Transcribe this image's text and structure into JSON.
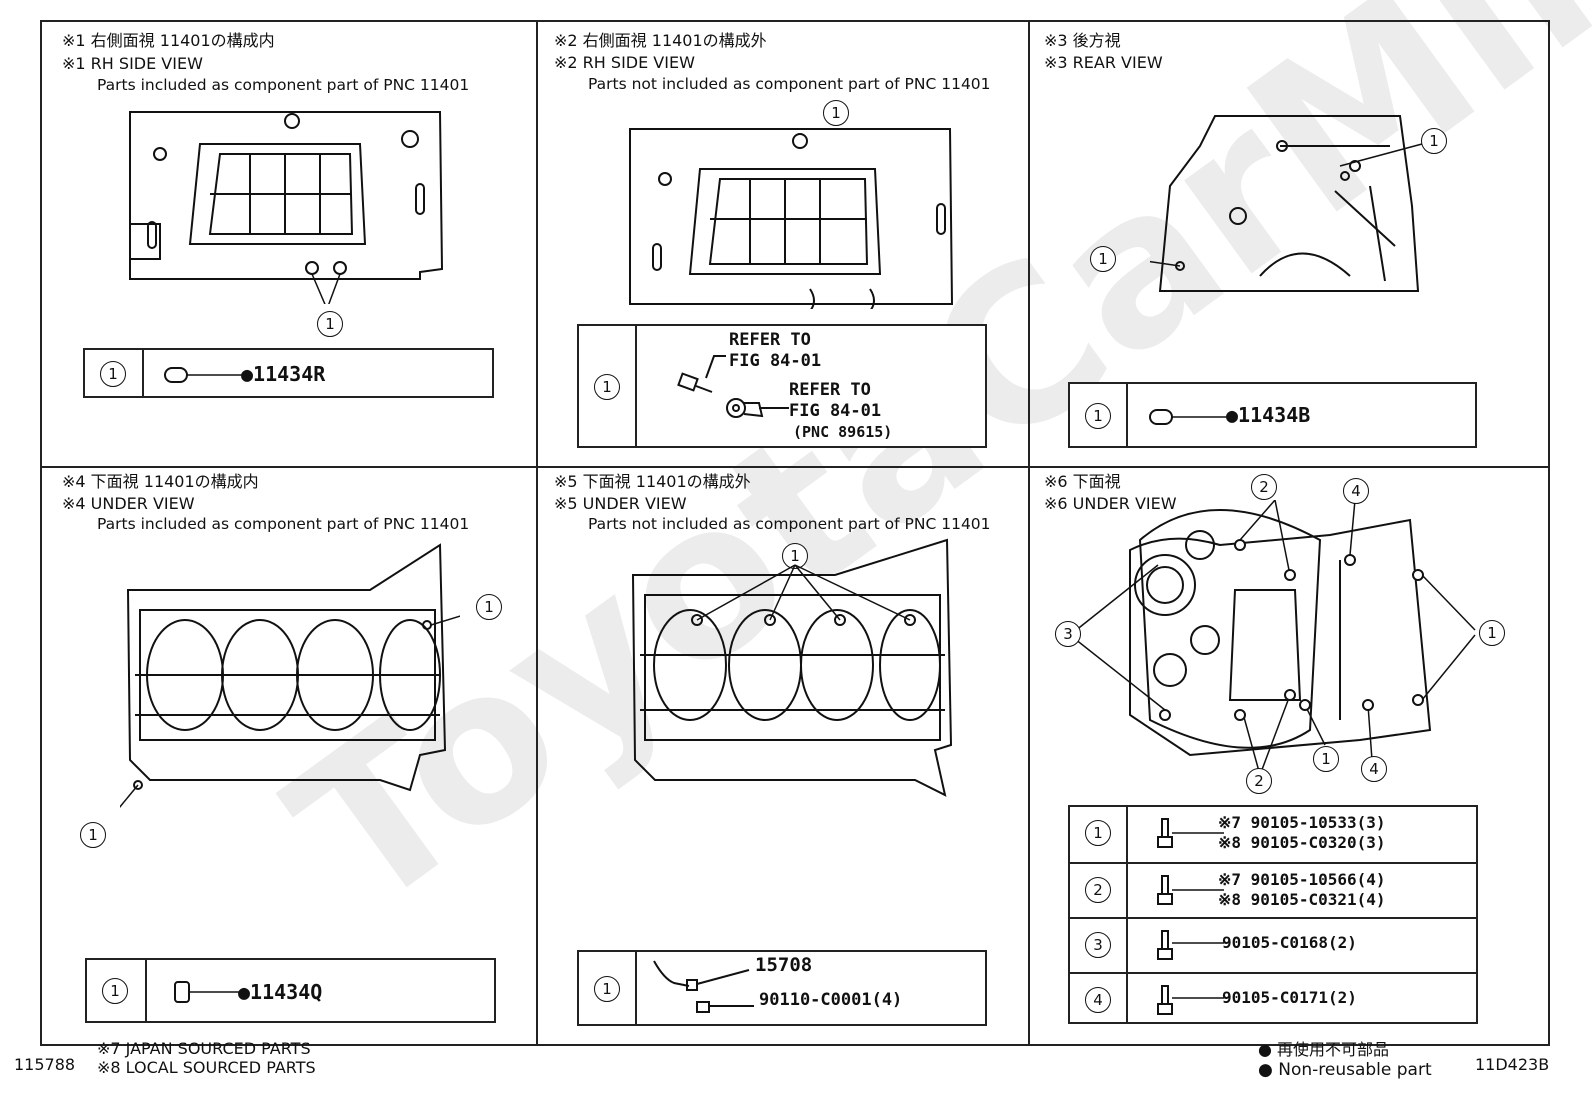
{
  "watermark": "ToyotaCarMiner.ru",
  "panels": {
    "p1": {
      "jp": "※1 右側面視 11401の構成内",
      "en": "※1 RH SIDE VIEW",
      "desc": "Parts included as component part of PNC 11401",
      "callouts": [
        "1"
      ],
      "legend": [
        {
          "num": "1",
          "part": "●11434R"
        }
      ]
    },
    "p2": {
      "jp": "※2 右側面視 11401の構成外",
      "en": "※2 RH SIDE VIEW",
      "desc": "Parts not included as component part of PNC 11401",
      "callouts": [
        "1"
      ],
      "legend_num": "1",
      "refer1": "REFER TO",
      "fig1": "FIG 84-01",
      "refer2": "REFER TO",
      "fig2": "FIG 84-01",
      "pnc": "(PNC 89615)"
    },
    "p3": {
      "jp": "※3 後方視",
      "en": "※3 REAR VIEW",
      "callouts": [
        "1",
        "1"
      ],
      "legend": [
        {
          "num": "1",
          "part": "●11434B"
        }
      ]
    },
    "p4": {
      "jp": "※4 下面視 11401の構成内",
      "en": "※4 UNDER VIEW",
      "desc": "Parts included as component part of PNC 11401",
      "callouts": [
        "1",
        "1"
      ],
      "legend": [
        {
          "num": "1",
          "part": "●11434Q"
        }
      ]
    },
    "p5": {
      "jp": "※5 下面視 11401の構成外",
      "en": "※5 UNDER VIEW",
      "desc": "Parts not included as component part of PNC 11401",
      "callouts": [
        "1"
      ],
      "legend_num": "1",
      "part_a": "15708",
      "part_b": "90110-C0001(4)"
    },
    "p6": {
      "jp": "※6 下面視",
      "en": "※6 UNDER VIEW",
      "callouts": [
        "2",
        "4",
        "1",
        "3",
        "1",
        "2",
        "4"
      ],
      "legend": [
        {
          "num": "1",
          "line1": "※7 90105-10533(3)",
          "line2": "※8 90105-C0320(3)"
        },
        {
          "num": "2",
          "line1": "※7 90105-10566(4)",
          "line2": "※8 90105-C0321(4)"
        },
        {
          "num": "3",
          "line1": "90105-C0168(2)",
          "line2": ""
        },
        {
          "num": "4",
          "line1": "90105-C0171(2)",
          "line2": ""
        }
      ]
    }
  },
  "footer": {
    "left_code": "115788",
    "note7": "※7 JAPAN SOURCED PARTS",
    "note8": "※8 LOCAL SOURCED PARTS",
    "nr_jp": "● 再使用不可部品",
    "nr_en": "● Non-reusable part",
    "right_code": "11D423B"
  }
}
